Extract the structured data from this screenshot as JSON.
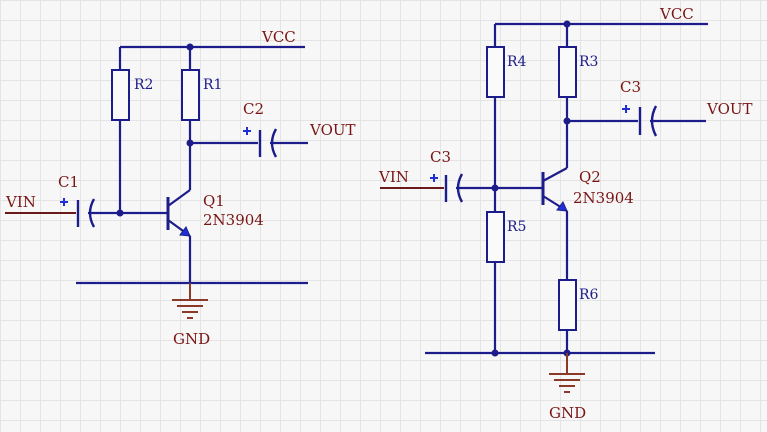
{
  "left_circuit": {
    "vcc": "VCC",
    "gnd": "GND",
    "vin": "VIN",
    "vout": "VOUT",
    "r_top_left": "R2",
    "r_top_right": "R1",
    "cap_in": "C1",
    "cap_out": "C2",
    "transistor_ref": "Q1",
    "transistor_part": "2N3904"
  },
  "right_circuit": {
    "vcc": "VCC",
    "gnd": "GND",
    "vin": "VIN",
    "vout": "VOUT",
    "r_top_left": "R4",
    "r_top_right": "R3",
    "r_bottom_left": "R5",
    "r_emitter": "R6",
    "cap_in": "C3",
    "cap_out": "C3",
    "transistor_ref": "Q2",
    "transistor_part": "2N3904"
  },
  "colors": {
    "wire": "#1c1c8a",
    "net_label": "#7a1515",
    "ground": "#8b3a2a",
    "polarity": "#1f2fd6"
  }
}
